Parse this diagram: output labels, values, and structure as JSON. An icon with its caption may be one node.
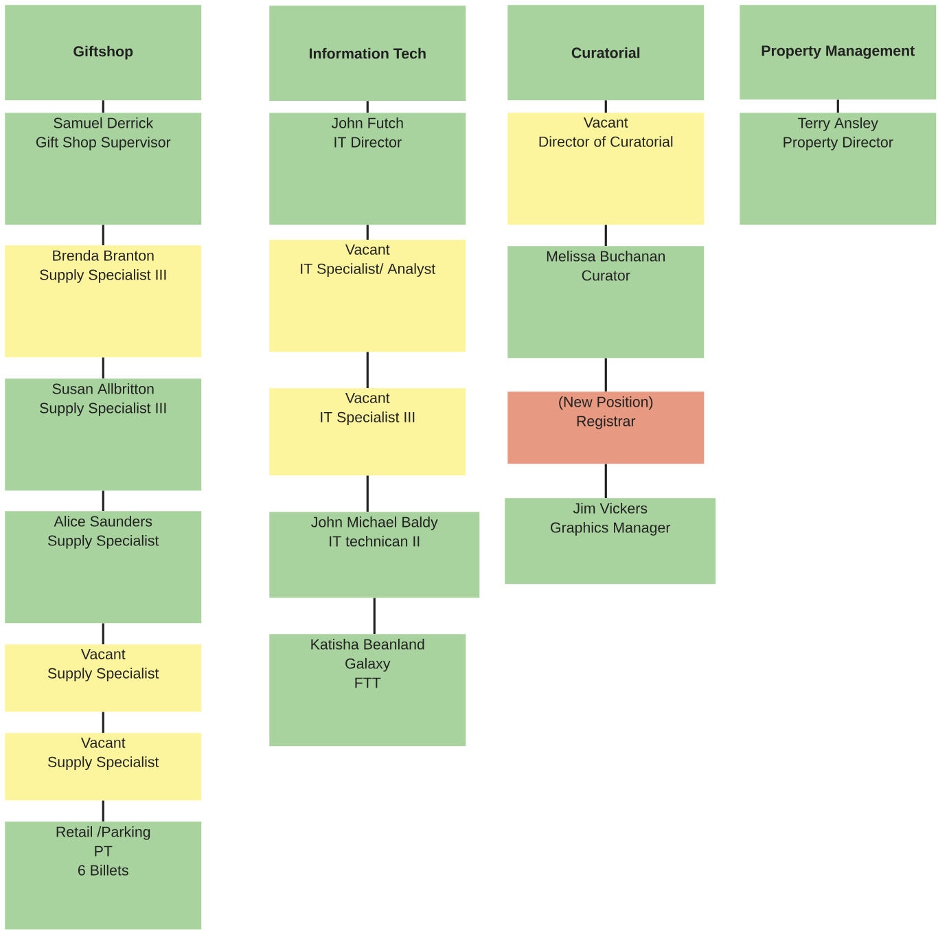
{
  "diagram": {
    "nodes": [
      {
        "text": [
          "Giftshop"
        ]
      },
      {
        "text": [
          "Samuel Derrick",
          "Gift Shop Supervisor"
        ]
      },
      {
        "text": [
          "Brenda Branton",
          "Supply Specialist III"
        ]
      },
      {
        "text": [
          "Susan Allbritton",
          "Supply Specialist III"
        ]
      },
      {
        "text": [
          "Alice Saunders",
          "Supply Specialist"
        ]
      },
      {
        "text": [
          "Vacant",
          "Supply Specialist"
        ]
      },
      {
        "text": [
          "Vacant",
          "Supply Specialist"
        ]
      },
      {
        "text": [
          "Retail /Parking",
          "PT",
          "6 Billets"
        ]
      },
      {
        "text": [
          "Information Tech"
        ]
      },
      {
        "text": [
          "John Futch",
          "IT Director"
        ]
      },
      {
        "text": [
          "Vacant",
          "IT Specialist/ Analyst"
        ]
      },
      {
        "text": [
          "Vacant",
          "IT Specialist III"
        ]
      },
      {
        "text": [
          "John Michael Baldy",
          "IT technican II"
        ]
      },
      {
        "text": [
          "Katisha Beanland",
          "Galaxy",
          "FTT"
        ]
      },
      {
        "text": [
          "Curatorial"
        ]
      },
      {
        "text": [
          "Vacant",
          "Director of Curatorial"
        ]
      },
      {
        "text": [
          "Melissa Buchanan",
          "Curator"
        ]
      },
      {
        "text": [
          "(New Position)",
          "Registrar"
        ]
      },
      {
        "text": [
          "Jim Vickers",
          "Graphics Manager"
        ]
      },
      {
        "text": [
          "Property Management"
        ]
      },
      {
        "text": [
          "Terry Ansley",
          "Property Director"
        ]
      }
    ],
    "edges": [
      {
        "from": 0,
        "to": 1,
        "arrow": "none"
      },
      {
        "from": 1,
        "to": 2,
        "arrow": "none"
      },
      {
        "from": 2,
        "to": 3,
        "arrow": "none"
      },
      {
        "from": 3,
        "to": 4,
        "arrow": "none"
      },
      {
        "from": 4,
        "to": 5,
        "arrow": "none"
      },
      {
        "from": 5,
        "to": 6,
        "arrow": "none"
      },
      {
        "from": 6,
        "to": 7,
        "arrow": "none"
      },
      {
        "from": 8,
        "to": 9,
        "arrow": "none"
      },
      {
        "from": 9,
        "to": 10,
        "arrow": "none"
      },
      {
        "from": 10,
        "to": 11,
        "arrow": "none"
      },
      {
        "from": 11,
        "to": 12,
        "arrow": "none"
      },
      {
        "from": 12,
        "to": 13,
        "arrow": "none"
      },
      {
        "from": 14,
        "to": 15,
        "arrow": "none"
      },
      {
        "from": 15,
        "to": 16,
        "arrow": "none"
      },
      {
        "from": 16,
        "to": 17,
        "arrow": "none"
      },
      {
        "from": 17,
        "to": 18,
        "arrow": "none"
      },
      {
        "from": 19,
        "to": 20,
        "arrow": "none"
      }
    ]
  }
}
